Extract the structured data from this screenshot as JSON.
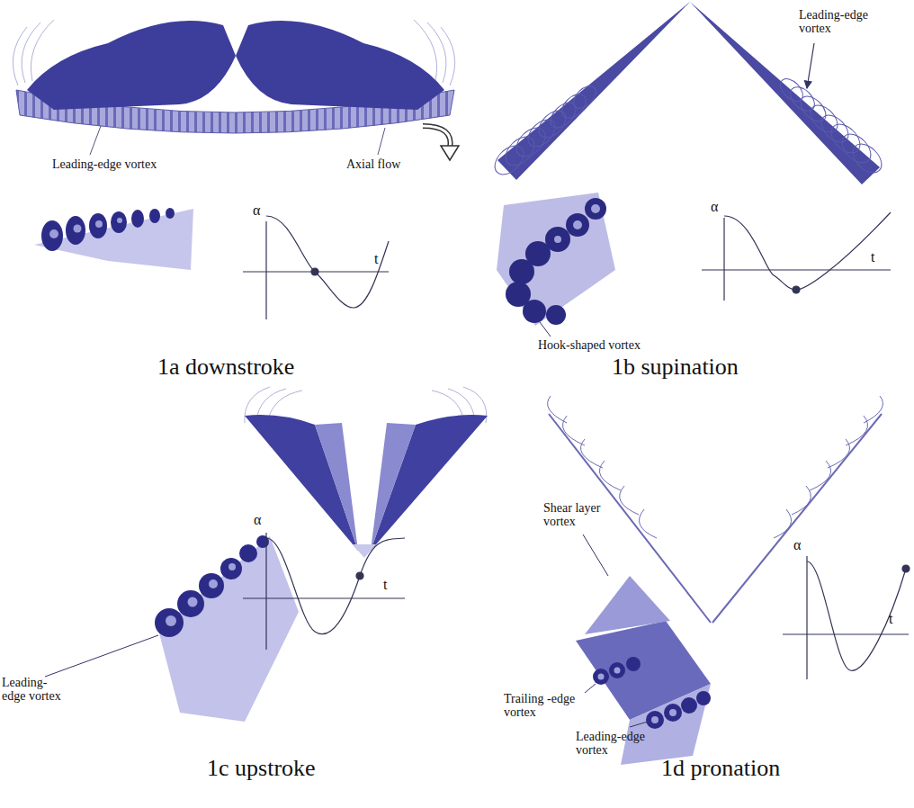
{
  "diagram": {
    "labels": [
      "Leading-edge vortex",
      "Axial flow",
      "α",
      "t",
      "1a downstroke",
      "Leading-edge vortex",
      "α",
      "t",
      "Hook-shaped vortex",
      "1b supination",
      "α",
      "t",
      "Leading-edge vortex",
      "1c upstroke",
      "Shear layer vortex",
      "α",
      "t",
      "Trailing -edge vortex",
      "Leading-edge vortex",
      "1d pronation"
    ]
  }
}
